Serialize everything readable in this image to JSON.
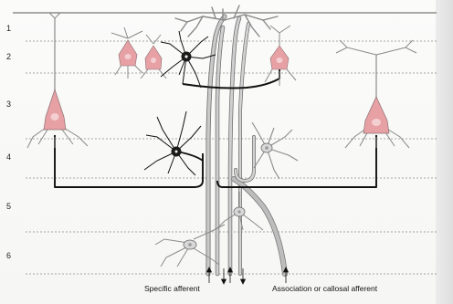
{
  "layers": [
    "1",
    "2",
    "3",
    "4",
    "5",
    "6"
  ],
  "captions": {
    "specific_afferent": "Specific afferent",
    "association_afferent": "Association or callosal afferent"
  },
  "colors": {
    "pyramidal_fill": "#e7a0a4",
    "pyramidal_nucleus": "#f4cfd1",
    "stellate_fill": "#1a1a1a",
    "afferent_fiber": "#bfbfbf",
    "fiber_outline": "#6b6b6b",
    "axon_black": "#111111",
    "gray_dendrite": "#8a8a8a",
    "guide_line": "#555555"
  }
}
